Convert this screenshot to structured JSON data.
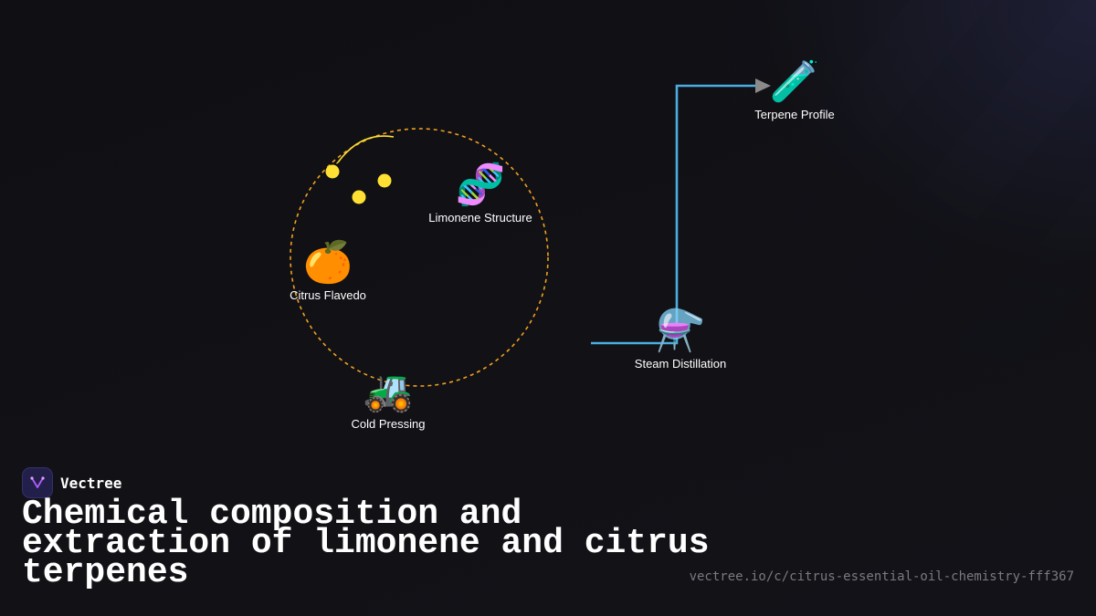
{
  "brand": {
    "name": "Vectree",
    "logo_icon": "vectree-logo-icon"
  },
  "title": "Chemical composition and extraction of limonene and citrus terpenes",
  "url": "vectree.io/c/citrus-essential-oil-chemistry-fff367",
  "colors": {
    "background": "#111116",
    "cycle_ring": "#f0a020",
    "particles": "#ffe033",
    "connector": "#4aaee0",
    "arrowhead": "#8a8a8a"
  },
  "nodes": {
    "citrus_flavedo": {
      "label": "Citrus Flavedo",
      "emoji": "🍊",
      "icon": "orange-icon"
    },
    "limonene_structure": {
      "label": "Limonene Structure",
      "emoji": "🧬",
      "icon": "dna-icon"
    },
    "cold_pressing": {
      "label": "Cold Pressing",
      "emoji": "🚜",
      "icon": "tractor-icon"
    },
    "steam_distillation": {
      "label": "Steam Distillation",
      "emoji": "⚗️",
      "icon": "alembic-icon"
    },
    "terpene_profile": {
      "label": "Terpene Profile",
      "emoji": "🧪",
      "icon": "test-tube-icon"
    }
  }
}
